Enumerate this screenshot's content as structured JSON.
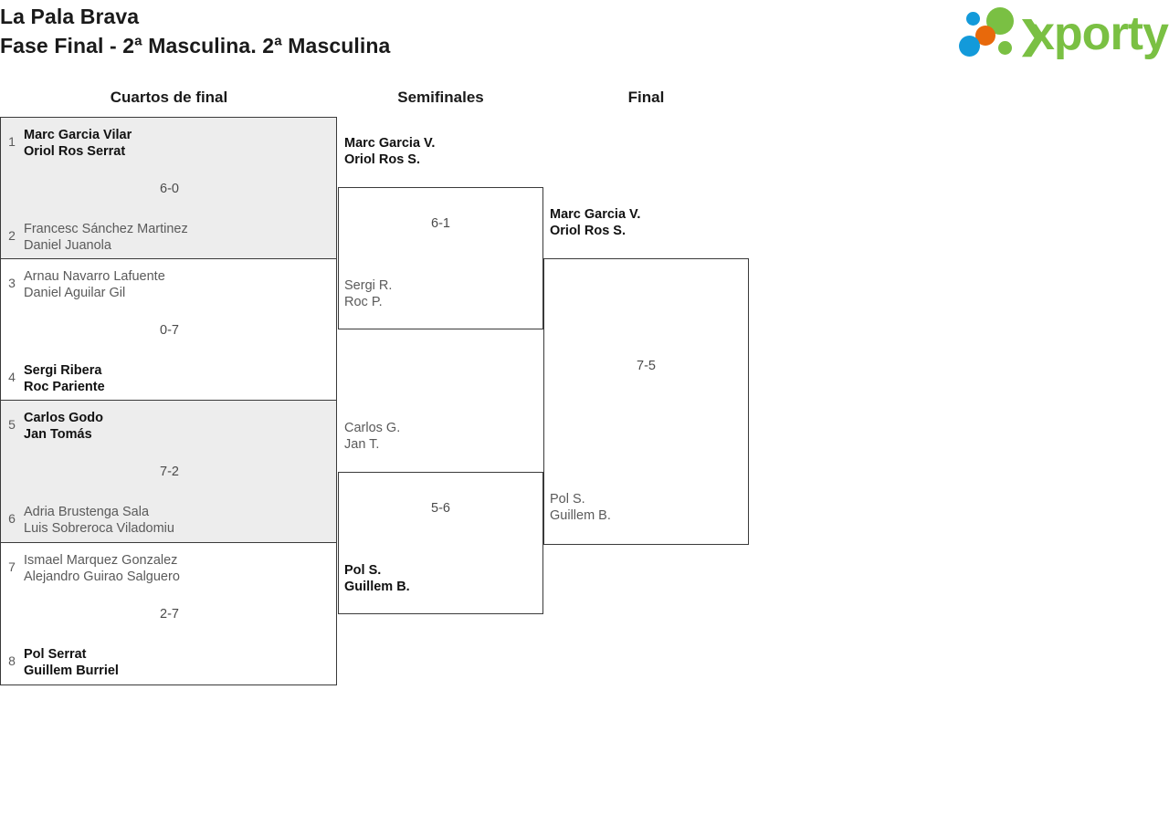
{
  "header": {
    "title_line_1": "La Pala Brava",
    "title_line_2": "Fase Final - 2ª Masculina. 2ª Masculina",
    "logo": {
      "wordmark": "xporty",
      "chevron": "❯",
      "colors": {
        "green": "#7ac043",
        "blue": "#139ada",
        "orange": "#e8690b"
      }
    }
  },
  "rounds": [
    {
      "label": "Cuartos de final"
    },
    {
      "label": "Semifinales"
    },
    {
      "label": "Final"
    }
  ],
  "bracket": {
    "quarterfinals": [
      {
        "score": "6-0",
        "top": {
          "seed": "1",
          "player_1": "Marc Garcia Vilar",
          "player_2": "Oriol Ros Serrat",
          "result": "winner"
        },
        "bottom": {
          "seed": "2",
          "player_1": "Francesc Sánchez Martinez",
          "player_2": "Daniel Juanola",
          "result": "loser"
        }
      },
      {
        "score": "0-7",
        "top": {
          "seed": "3",
          "player_1": "Arnau Navarro Lafuente",
          "player_2": "Daniel Aguilar Gil",
          "result": "loser"
        },
        "bottom": {
          "seed": "4",
          "player_1": "Sergi Ribera",
          "player_2": "Roc Pariente",
          "result": "winner"
        }
      },
      {
        "score": "7-2",
        "top": {
          "seed": "5",
          "player_1": "Carlos Godo",
          "player_2": "Jan Tomás",
          "result": "winner"
        },
        "bottom": {
          "seed": "6",
          "player_1": "Adria Brustenga Sala",
          "player_2": "Luis Sobreroca Viladomiu",
          "result": "loser"
        }
      },
      {
        "score": "2-7",
        "top": {
          "seed": "7",
          "player_1": "Ismael Marquez Gonzalez",
          "player_2": "Alejandro Guirao Salguero",
          "result": "loser"
        },
        "bottom": {
          "seed": "8",
          "player_1": "Pol Serrat",
          "player_2": "Guillem Burriel",
          "result": "winner"
        }
      }
    ],
    "semifinals": [
      {
        "score": "6-1",
        "top": {
          "player_1": "Marc Garcia V.",
          "player_2": "Oriol Ros S.",
          "result": "winner"
        },
        "bottom": {
          "player_1": "Sergi R.",
          "player_2": "Roc P.",
          "result": "loser"
        }
      },
      {
        "score": "5-6",
        "top": {
          "player_1": "Carlos G.",
          "player_2": "Jan T.",
          "result": "loser"
        },
        "bottom": {
          "player_1": "Pol S.",
          "player_2": "Guillem B.",
          "result": "winner"
        }
      }
    ],
    "final": {
      "score": "7-5",
      "top": {
        "player_1": "Marc Garcia V.",
        "player_2": "Oriol Ros S.",
        "result": "winner"
      },
      "bottom": {
        "player_1": "Pol S.",
        "player_2": "Guillem B.",
        "result": "loser"
      }
    }
  }
}
